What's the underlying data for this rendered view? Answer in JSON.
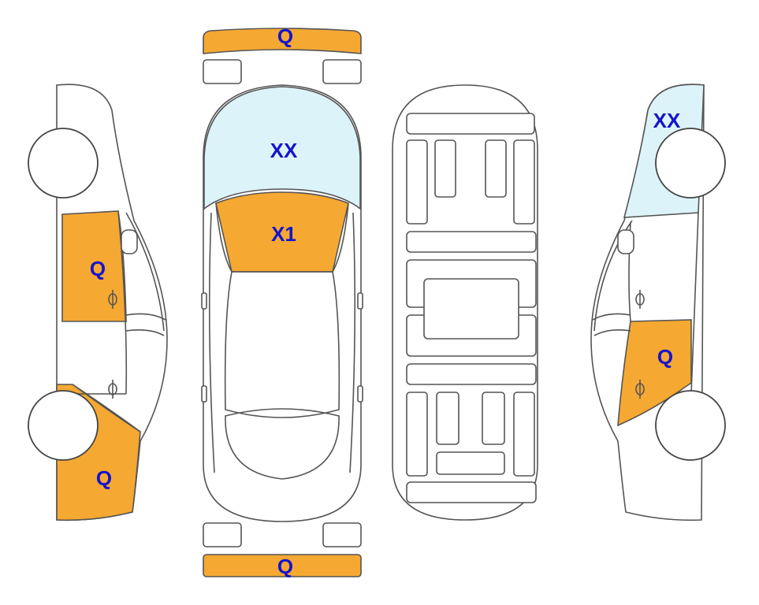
{
  "colors": {
    "damage_q": "#F5A832",
    "damage_xx": "#DDF3FA",
    "label": "#1414CC",
    "outline": "#555555"
  },
  "markers": {
    "front_bumper": "Q",
    "windshield": "XX",
    "hood": "X1",
    "rear_bumper": "Q",
    "left_door": "Q",
    "left_rear_quarter": "Q",
    "right_glass": "XX",
    "right_rear_door": "Q"
  }
}
